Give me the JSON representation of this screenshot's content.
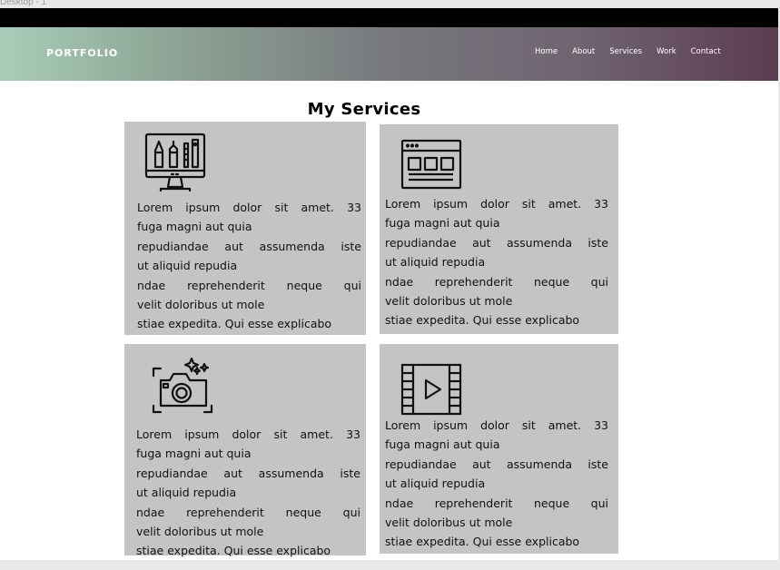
{
  "canvas_label": "Desktop - 1",
  "header": {
    "brand": "PORTFOLIO",
    "nav": [
      "Home",
      "About",
      "Services",
      "Work",
      "Contact"
    ]
  },
  "services": {
    "title": "My  Services",
    "cards": [
      {
        "icon": "design-tools-monitor-icon",
        "lines": [
          "Lorem ipsum dolor sit amet. 33",
          "fuga magni aut quia",
          " repudiandae aut assumenda iste",
          "ut aliquid repudia",
          "ndae reprehenderit neque qui",
          "velit doloribus ut mole",
          "stiae expedita. Qui esse explicabo"
        ]
      },
      {
        "icon": "web-layout-browser-icon",
        "lines": [
          "Lorem ipsum dolor sit amet. 33",
          "fuga magni aut quia",
          " repudiandae aut assumenda iste",
          "ut aliquid repudia",
          "ndae reprehenderit neque qui",
          "velit doloribus ut mole",
          "stiae expedita. Qui esse explicabo"
        ]
      },
      {
        "icon": "camera-sparkle-icon",
        "lines": [
          "Lorem ipsum dolor sit amet. 33",
          "fuga magni aut quia",
          " repudiandae aut assumenda iste",
          "ut aliquid repudia",
          "ndae reprehenderit neque qui",
          "velit doloribus ut mole",
          "stiae expedita. Qui esse explicabo"
        ]
      },
      {
        "icon": "video-film-play-icon",
        "lines": [
          "Lorem ipsum dolor sit amet. 33",
          "fuga magni aut quia",
          " repudiandae aut assumenda iste",
          "ut aliquid repudia",
          "ndae reprehenderit neque qui",
          "velit doloribus ut mole",
          "stiae expedita. Qui esse explicabo"
        ]
      }
    ]
  },
  "colors": {
    "card_bg": "#c4c4c4",
    "hero_left": "#a8cdb8",
    "hero_right": "#5b3c51",
    "topbar": "#000000"
  }
}
